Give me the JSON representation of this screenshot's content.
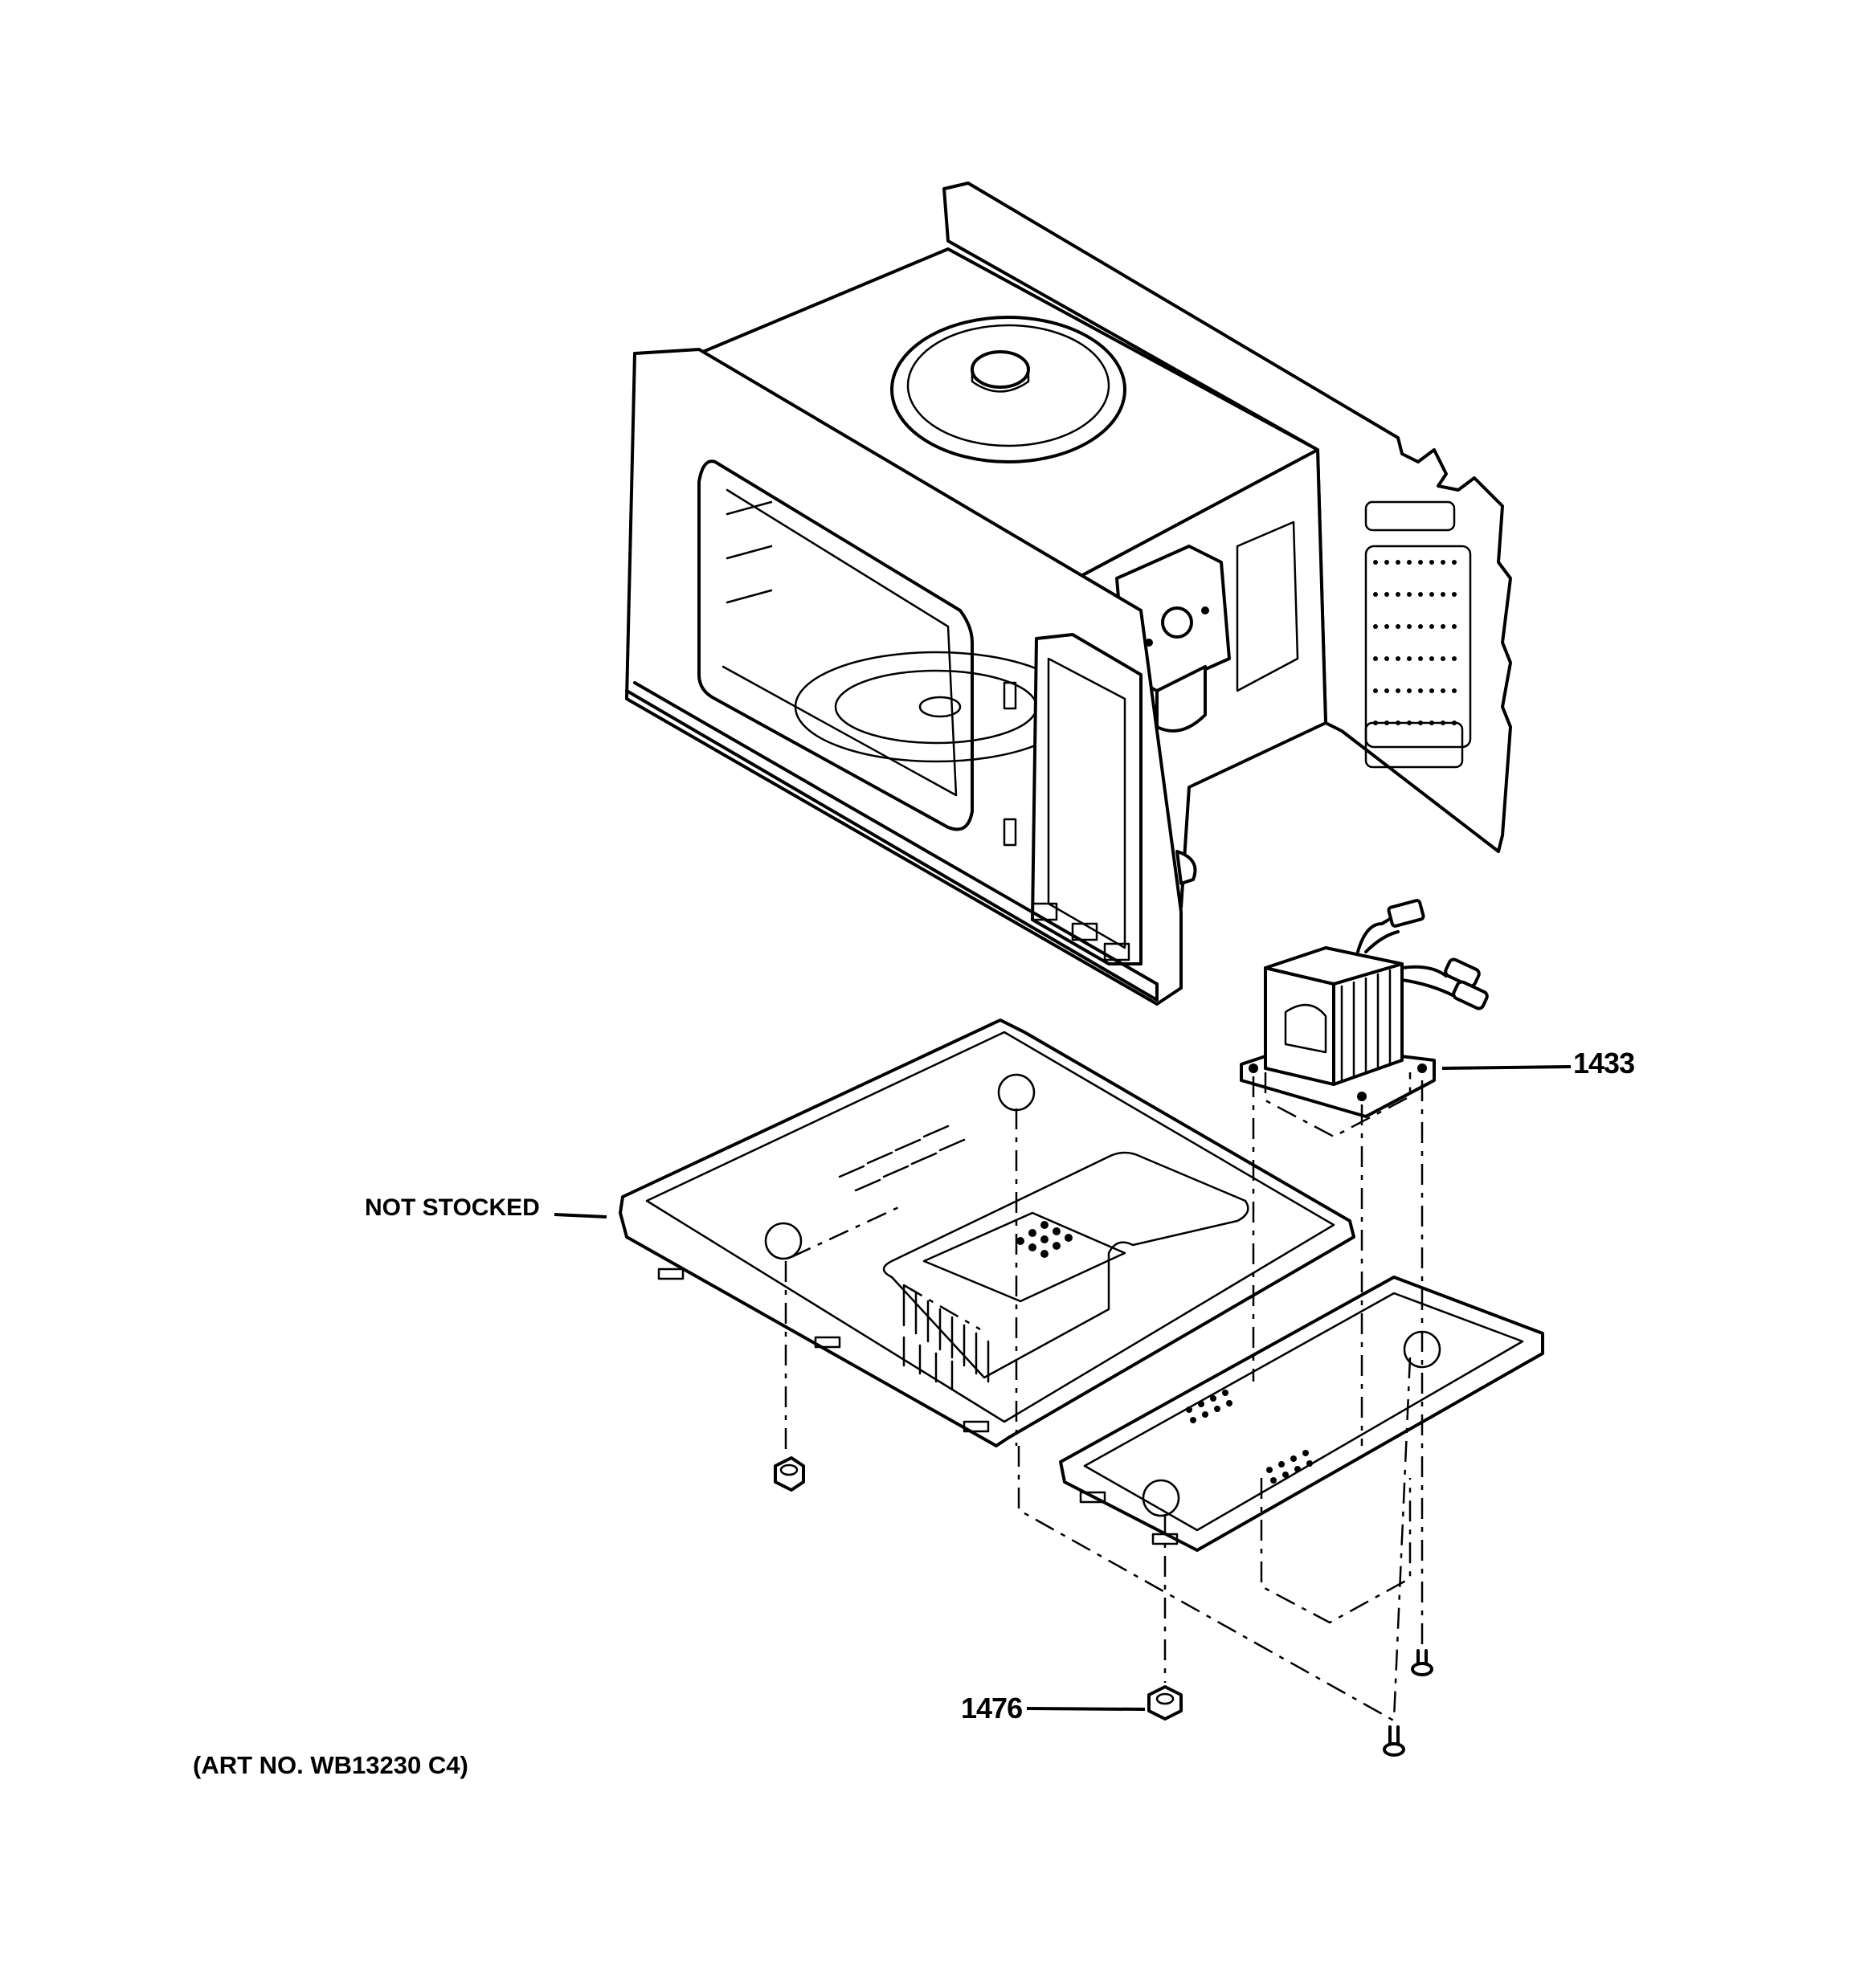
{
  "callouts": {
    "not_stocked": "NOT STOCKED",
    "part_1433": "1433",
    "part_1476": "1476"
  },
  "art_number": "(ART NO. WB13230 C4)"
}
